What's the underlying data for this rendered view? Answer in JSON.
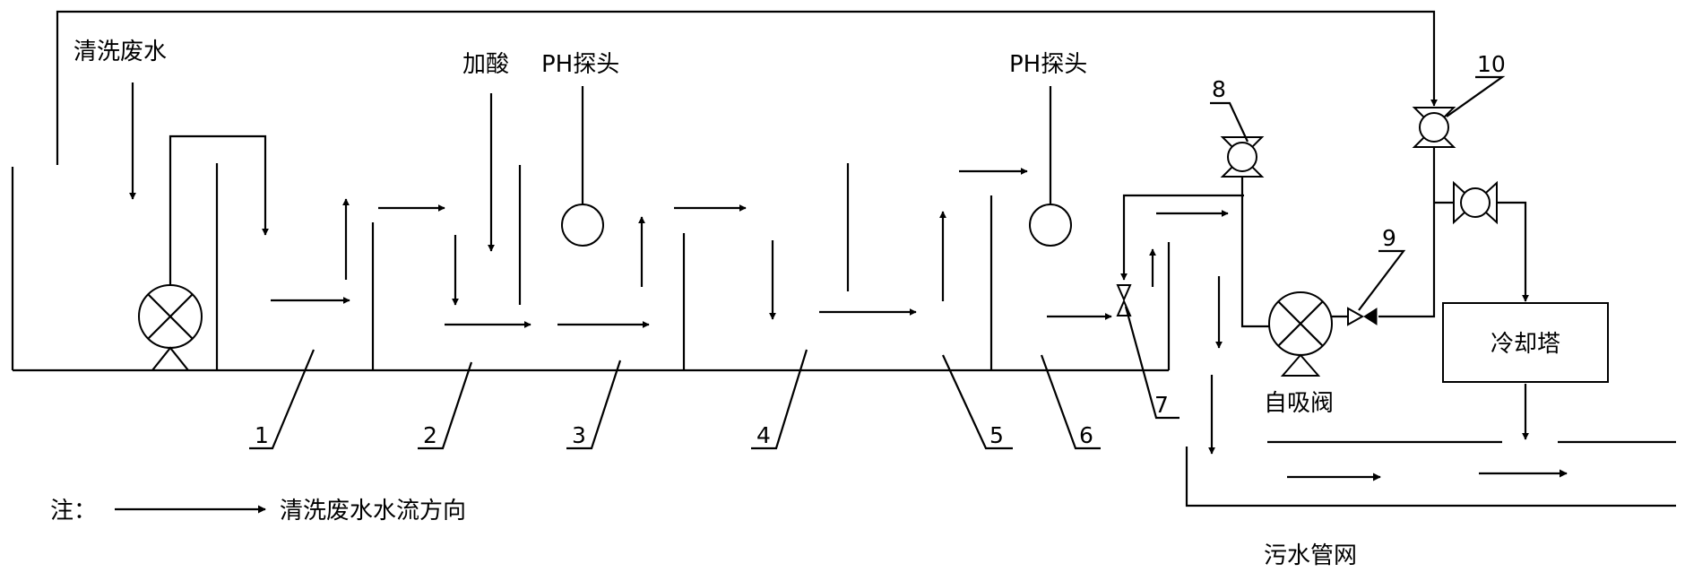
{
  "labels": {
    "cleaning_wastewater": "清洗废水",
    "acid_dosing": "加酸",
    "ph_probe_1": "PH探头",
    "ph_probe_2": "PH探头",
    "self_priming_valve": "自吸阀",
    "cooling_tower": "冷却塔",
    "sewer_network": "污水管网"
  },
  "legend": {
    "prefix": "注：",
    "text": "清洗废水水流方向"
  },
  "callouts": {
    "n1": "1",
    "n2": "2",
    "n3": "3",
    "n4": "4",
    "n5": "5",
    "n6": "6",
    "n7": "7",
    "n8": "8",
    "n9": "9",
    "n10": "10"
  }
}
